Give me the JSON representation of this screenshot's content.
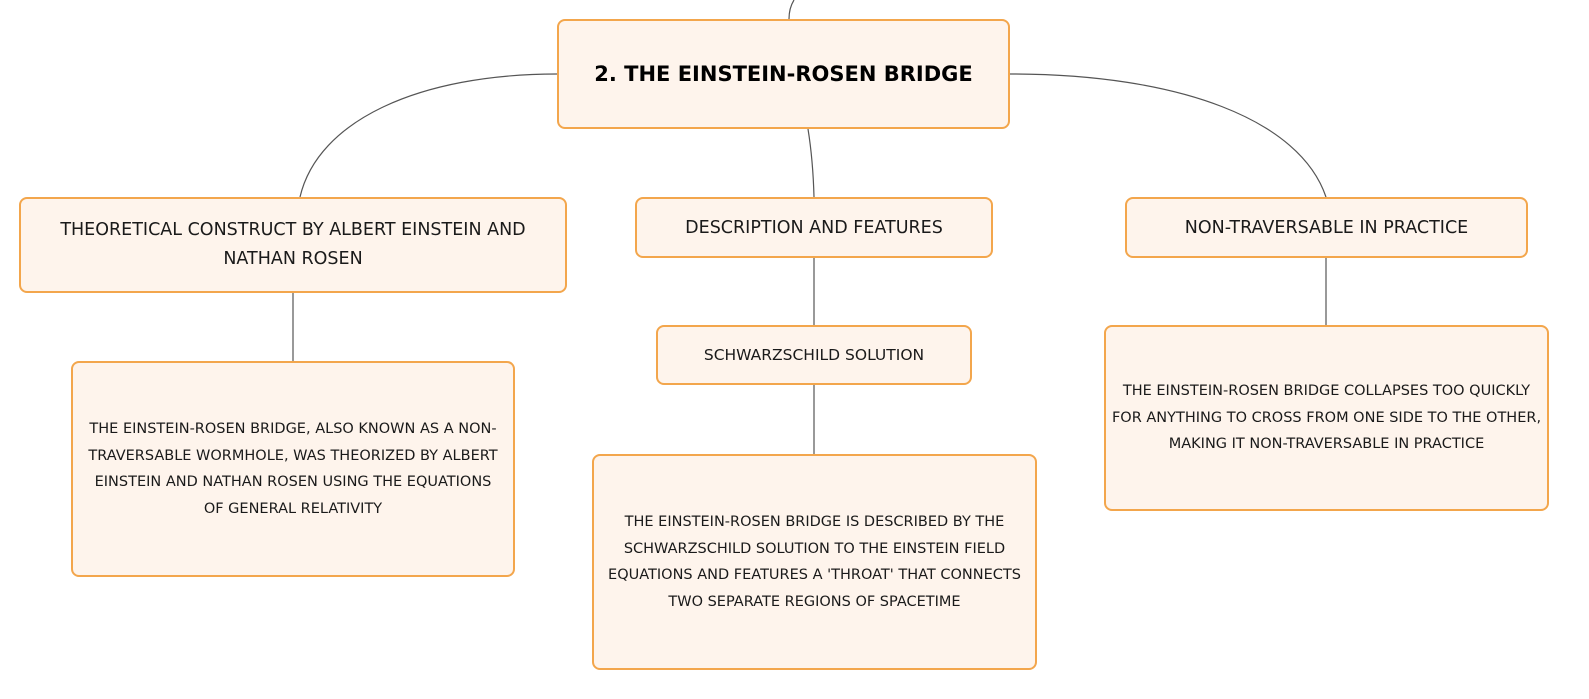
{
  "diagram": {
    "root": {
      "label": "2. THE EINSTEIN-ROSEN BRIDGE"
    },
    "branches": [
      {
        "label": "THEORETICAL CONSTRUCT BY ALBERT EINSTEIN AND NATHAN ROSEN",
        "children": [
          {
            "label": "THE EINSTEIN-ROSEN BRIDGE, ALSO KNOWN AS A NON-TRAVERSABLE WORMHOLE, WAS THEORIZED BY ALBERT EINSTEIN AND NATHAN ROSEN USING THE EQUATIONS OF GENERAL RELATIVITY"
          }
        ]
      },
      {
        "label": "DESCRIPTION AND FEATURES",
        "children": [
          {
            "label": "SCHWARZSCHILD SOLUTION",
            "children": [
              {
                "label": "THE EINSTEIN-ROSEN BRIDGE IS DESCRIBED BY THE SCHWARZSCHILD SOLUTION TO THE EINSTEIN FIELD EQUATIONS AND FEATURES A 'THROAT' THAT CONNECTS TWO SEPARATE REGIONS OF SPACETIME"
              }
            ]
          }
        ]
      },
      {
        "label": "NON-TRAVERSABLE IN PRACTICE",
        "children": [
          {
            "label": "THE EINSTEIN-ROSEN BRIDGE COLLAPSES TOO QUICKLY FOR ANYTHING TO CROSS FROM ONE SIDE TO THE OTHER, MAKING IT NON-TRAVERSABLE IN PRACTICE"
          }
        ]
      }
    ]
  },
  "colors": {
    "node_fill": "#fef4ec",
    "node_border": "#f3a64c",
    "connector": "#555555",
    "text": "#1a1a1a"
  }
}
